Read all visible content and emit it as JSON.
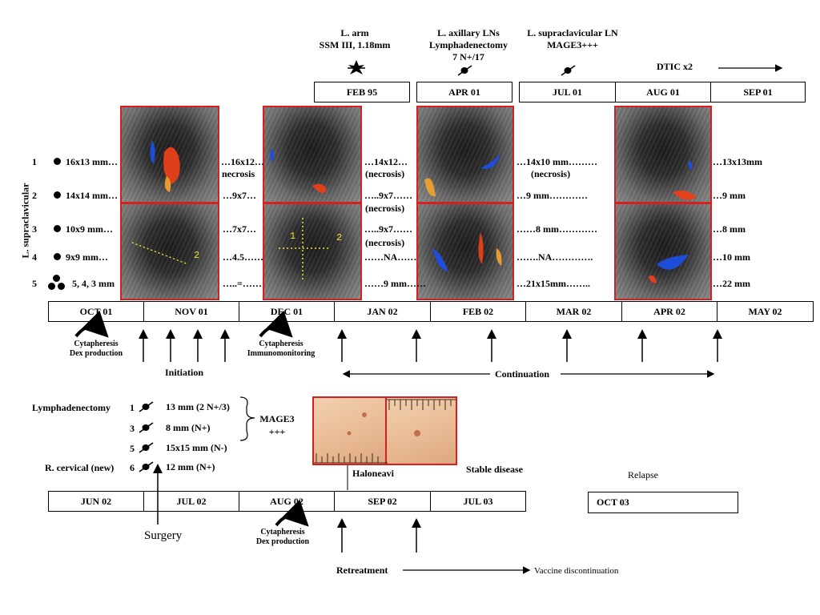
{
  "events_top": {
    "larm": {
      "line1": "L. arm",
      "line2": "SSM III, 1.18mm"
    },
    "axillary": {
      "line1": "L. axillary LNs",
      "line2": "Lymphadenectomy",
      "line3": "7 N+/17"
    },
    "supraclav": {
      "line1": "L. supraclavicular LN",
      "line2": "MAGE3+++"
    },
    "dtic": "DTIC x2"
  },
  "history_timeline": [
    "FEB 95",
    "APR 01",
    "JUL 01",
    "AUG 01",
    "SEP 01"
  ],
  "main_timeline": [
    "OCT 01",
    "NOV 01",
    "DEC 01",
    "JAN 02",
    "FEB 02",
    "MAR 02",
    "APR 02",
    "MAY 02"
  ],
  "bottom_timeline": [
    "JUN 02",
    "JUL 02",
    "AUG 02",
    "SEP 02",
    "JUL 03"
  ],
  "relapse_date": "OCT 03",
  "side_label": "L. supraclavicular",
  "lesions": [
    {
      "id": "1",
      "c0": "16x13 mm…",
      "c1": "…16x12…",
      "c1b": "necrosis",
      "c2": "…14x12…",
      "c2b": "(necrosis)",
      "c3": "…14x10 mm………",
      "c3b": "(necrosis)",
      "c4": "…13x13mm"
    },
    {
      "id": "2",
      "c0": "14x14 mm…",
      "c1": "…9x7…",
      "c2": "…..9x7……",
      "c2b": "(necrosis)",
      "c3": "…9 mm…………",
      "c4": "…9 mm"
    },
    {
      "id": "3",
      "c0": "10x9 mm…",
      "c1": "…7x7…",
      "c2": "…..9x7……",
      "c2b": "(necrosis)",
      "c3": "……8 mm…………",
      "c4": "…8 mm"
    },
    {
      "id": "4",
      "c0": "9x9 mm…",
      "c1": "…4.5……",
      "c2": "……NA……",
      "c3": "…….NA………….",
      "c4": "…10 mm"
    },
    {
      "id": "5",
      "c0": "5, 4, 3 mm",
      "c1": "…..=……",
      "c2": "……9 mm……",
      "c3": "…21x15mm……..",
      "c4": "…22 mm"
    }
  ],
  "us_marks": {
    "m1": "1",
    "m2": "2"
  },
  "treatments": {
    "cyta1": {
      "line1": "Cytapheresis",
      "line2": "Dex production"
    },
    "cyta2": {
      "line1": "Cytapheresis",
      "line2": "Immunomonitoring"
    },
    "cyta3": {
      "line1": "Cytapheresis",
      "line2": "Dex production"
    },
    "initiation": "Initiation",
    "continuation": "Continuation",
    "retreatment": "Retreatment",
    "vaccine_disc": "Vaccine discontinuation"
  },
  "surgery_block": {
    "lymphadenectomy": "Lymphadenectomy",
    "r_cervical": "R. cervical (new)",
    "rows": [
      {
        "id": "1",
        "size": "13 mm (2 N+/3)"
      },
      {
        "id": "3",
        "size": "8 mm (N+)"
      },
      {
        "id": "5",
        "size": "15x15 mm (N-)"
      },
      {
        "id": "6",
        "size": "12 mm (N+)"
      }
    ],
    "mage_line1": "MAGE3",
    "mage_line2": "+++",
    "surgery": "Surgery"
  },
  "outcomes": {
    "haloneavi": "Haloneavi",
    "stable": "Stable disease",
    "relapse": "Relapse"
  },
  "colors": {
    "frame_red": "#d81e1e",
    "doppler_red": "#e8401a",
    "doppler_blue": "#1d4fe0",
    "marker_yellow": "#f0e040"
  }
}
